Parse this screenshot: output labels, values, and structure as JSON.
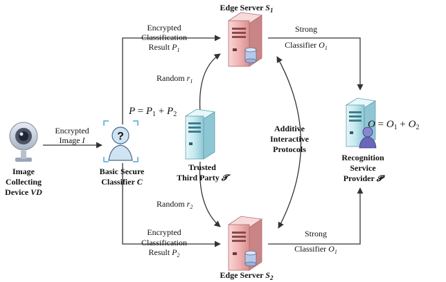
{
  "nodes": {
    "server1": {
      "title": "Edge Server",
      "sym": "S",
      "sub": "1"
    },
    "server2": {
      "title": "Edge Server",
      "sym": "S",
      "sub": "2"
    },
    "device": {
      "line1": "Image",
      "line2": "Collecting",
      "line3": "Device",
      "sym": "VD"
    },
    "classifier": {
      "line1": "Basic Secure",
      "line2": "Classifier",
      "sym": "C"
    },
    "ttp": {
      "line1": "Trusted",
      "line2": "Third Party",
      "sym": "𝓣"
    },
    "provider": {
      "line1": "Recognition",
      "line2": "Service",
      "line3": "Provider",
      "sym": "𝓟"
    }
  },
  "edges": {
    "enc_image": {
      "line1": "Encrypted",
      "line2": "Image",
      "sym": "I"
    },
    "enc_result1": {
      "line1": "Encrypted",
      "line2": "Classification",
      "line3": "Result",
      "sym": "P",
      "sub": "1"
    },
    "enc_result2": {
      "line1": "Encrypted",
      "line2": "Classification",
      "line3": "Result",
      "sym": "P",
      "sub": "2"
    },
    "random1": {
      "text": "Random",
      "sym": "r",
      "sub": "1"
    },
    "random2": {
      "text": "Random",
      "sym": "r",
      "sub": "2"
    },
    "strong1": {
      "line1": "Strong",
      "line2": "Classifier",
      "sym": "O",
      "sub": "1"
    },
    "strong2": {
      "line1": "Strong",
      "line2": "Classifier",
      "sym": "O",
      "sub": "1"
    },
    "additive": {
      "line1": "Additive",
      "line2": "Interactive",
      "line3": "Protocols"
    }
  },
  "equations": {
    "p_sum": {
      "lhs": "P",
      "eq": "=",
      "t1": "P",
      "s1": "1",
      "plus": "+",
      "t2": "P",
      "s2": "2"
    },
    "o_sum": {
      "lhs": "O",
      "eq": "=",
      "t1": "O",
      "s1": "1",
      "plus": "+",
      "t2": "O",
      "s2": "2"
    }
  },
  "icons": {
    "camera": "webcam-icon",
    "classifier": "question-user-icon",
    "server": "server-tower-icon",
    "database": "database-cylinder-icon",
    "user": "user-icon"
  },
  "colors": {
    "server_red": "#f3b9b9",
    "server_red_dark": "#c97a7a",
    "server_cyan": "#bfe6ee",
    "server_cyan_dark": "#6fb3c2",
    "database": "#b8c8e8",
    "user_purple": "#6a66b8"
  }
}
